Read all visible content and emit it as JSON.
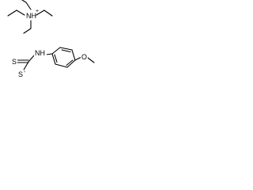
{
  "cation": {
    "label": "NH",
    "charge": "+"
  },
  "anion": {
    "nh_label": "NH",
    "s_thione": "S",
    "s_thiolate": "S",
    "thiolate_charge": "-",
    "o_label": "O"
  },
  "colors": {
    "ink": "#000000",
    "background": "#ffffff"
  }
}
